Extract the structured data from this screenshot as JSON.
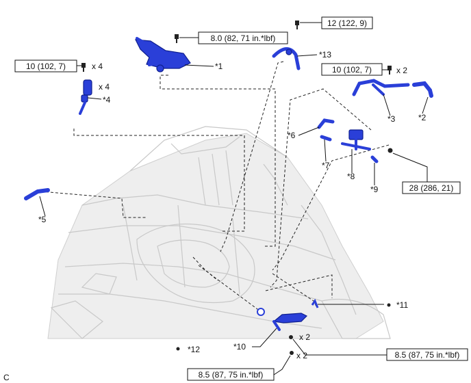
{
  "torque": {
    "t1": "10 (102, 7)",
    "t2": "8.0 (82, 71 in.*lbf)",
    "t3": "12 (122, 9)",
    "t4": "10 (102, 7)",
    "t5": "28 (286, 21)",
    "t6": "8.5 (87, 75 in.*lbf)",
    "t7": "8.5 (87, 75 in.*lbf)"
  },
  "qty": {
    "q1": "x 4",
    "q2": "x 4",
    "q3": "x 2",
    "q4": "x 2",
    "q5": "x 2"
  },
  "callouts": {
    "c1": "*1",
    "c2": "*2",
    "c3": "*3",
    "c4": "*4",
    "c5": "*5",
    "c6": "*6",
    "c7": "*7",
    "c8": "*8",
    "c9": "*9",
    "c10": "*10",
    "c11": "*11",
    "c12": "*12",
    "c13": "*13"
  },
  "corner_code": "C",
  "colors": {
    "part": "#2a3fd8",
    "line": "#111111",
    "car": "#c8c8c8"
  }
}
